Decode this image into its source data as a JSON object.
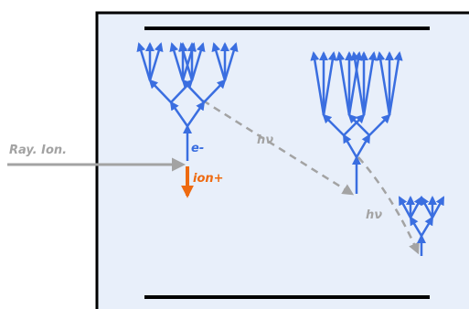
{
  "colors": {
    "panel_fill": "#e8effa",
    "frame": "#000000",
    "electron": "#3a6ee0",
    "ion": "#ee6a10",
    "photon": "#a3a3a3"
  },
  "labels": {
    "ionization": "Ray. Ion.",
    "electron": "e-",
    "ion": "ion+",
    "photon_1": "hν",
    "photon_2": "hν"
  },
  "icons": {
    "arrowhead": "triangle-arrowhead-icon"
  }
}
